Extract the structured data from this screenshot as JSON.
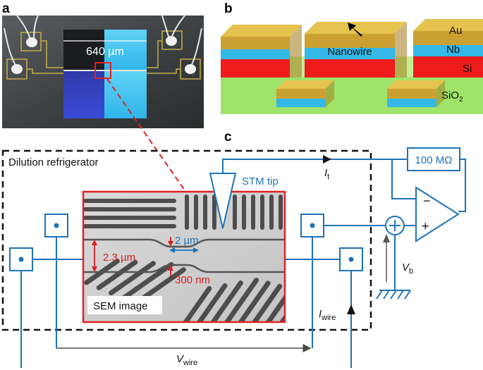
{
  "panels": {
    "a": {
      "letter": "a",
      "scale_label": "640 µm"
    },
    "b": {
      "letter": "b",
      "layers": {
        "au": "Au",
        "nb": "Nb",
        "si": "Si",
        "sio2": "SiO",
        "sio2_sub": "2"
      },
      "nanowire_label": "Nanowire",
      "colors": {
        "au": "#cba032",
        "nb": "#33b8e8",
        "si": "#ee1c1c",
        "sio2": "#9fe36a"
      }
    },
    "c": {
      "letter": "c",
      "fridge_label": "Dilution refrigerator",
      "resistor_label": "100 MΩ",
      "stm_label": "STM tip",
      "it_label": "I",
      "it_sub": "t",
      "vb_label": "V",
      "vb_sub": "b",
      "iwire_label": "I",
      "iwire_sub": "wire",
      "vwire_label": "V",
      "vwire_sub": "wire",
      "opamp_minus": "−",
      "opamp_plus": "+",
      "sem": {
        "width_label": "2 µm",
        "height_label": "2.3 µm",
        "gap_label": "300 nm",
        "image_label": "SEM image"
      },
      "colors": {
        "wire": "#1e73b8",
        "sem_border": "#e32222",
        "annotation": "#d81e1e",
        "arrow_width": "#1e73b8"
      }
    }
  }
}
